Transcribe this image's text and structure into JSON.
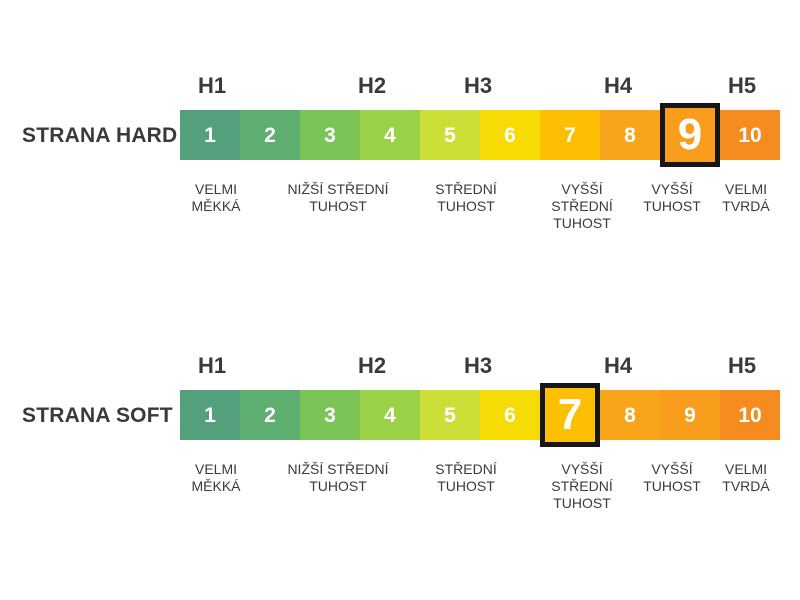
{
  "colors": {
    "background": "#ffffff",
    "text": "#3a3a3a",
    "number_text": "#ffffff",
    "highlight_border": "#161616"
  },
  "header_labels": [
    "H1",
    "H2",
    "H3",
    "H4",
    "H5"
  ],
  "cells": [
    {
      "value": "1",
      "color": "#55a07c"
    },
    {
      "value": "2",
      "color": "#5eae6f"
    },
    {
      "value": "3",
      "color": "#7cc457"
    },
    {
      "value": "4",
      "color": "#9ad247"
    },
    {
      "value": "5",
      "color": "#cede39"
    },
    {
      "value": "6",
      "color": "#f6db05"
    },
    {
      "value": "7",
      "color": "#fcbf02"
    },
    {
      "value": "8",
      "color": "#f9a51b"
    },
    {
      "value": "9",
      "color": "#f99d1d"
    },
    {
      "value": "10",
      "color": "#f68b1f"
    }
  ],
  "descriptions": [
    "VELMI\nMĚKKÁ",
    "NIŽŠÍ STŘEDNÍ\nTUHOST",
    "STŘEDNÍ\nTUHOST",
    "VYŠŠÍ\nSTŘEDNÍ\nTUHOST",
    "VYŠŠÍ\nTUHOST",
    "VELMI\nTVRDÁ"
  ],
  "scales": [
    {
      "label": "STRANA HARD",
      "highlighted_value": 9
    },
    {
      "label": "STRANA SOFT",
      "highlighted_value": 7
    }
  ]
}
